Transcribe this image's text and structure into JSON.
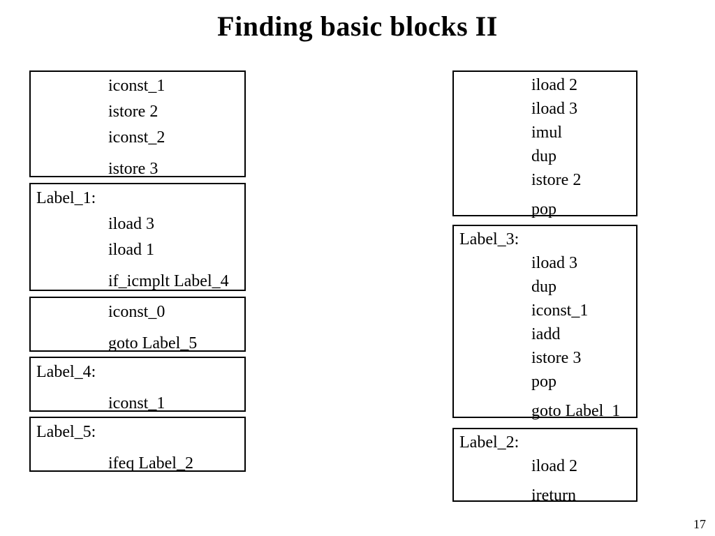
{
  "slide": {
    "title": "Finding basic blocks II",
    "page_number": "17"
  },
  "blocks": [
    {
      "name": "entry-block",
      "lines": [
        "iconst_1",
        "istore 2",
        "iconst_2",
        "istore 3"
      ]
    },
    {
      "name": "label-1-block",
      "label": "Label_1:",
      "lines": [
        "iload 3",
        "iload 1",
        "if_icmplt Label_4"
      ]
    },
    {
      "name": "fallthrough-block",
      "lines": [
        "iconst_0",
        "goto Label_5"
      ]
    },
    {
      "name": "label-4-block",
      "label": "Label_4:",
      "lines": [
        "iconst_1"
      ]
    },
    {
      "name": "label-5-block",
      "label": "Label_5:",
      "lines": [
        "ifeq Label_2"
      ]
    },
    {
      "name": "multiply-block",
      "lines": [
        "iload 2",
        "iload 3",
        "imul",
        "dup",
        "istore 2",
        "pop"
      ]
    },
    {
      "name": "label-3-block",
      "label": "Label_3:",
      "lines": [
        "iload 3",
        "dup",
        "iconst_1",
        "iadd",
        "istore 3",
        "pop",
        "goto Label_1"
      ]
    },
    {
      "name": "label-2-block",
      "label": "Label_2:",
      "lines": [
        "iload 2",
        "ireturn"
      ]
    }
  ]
}
